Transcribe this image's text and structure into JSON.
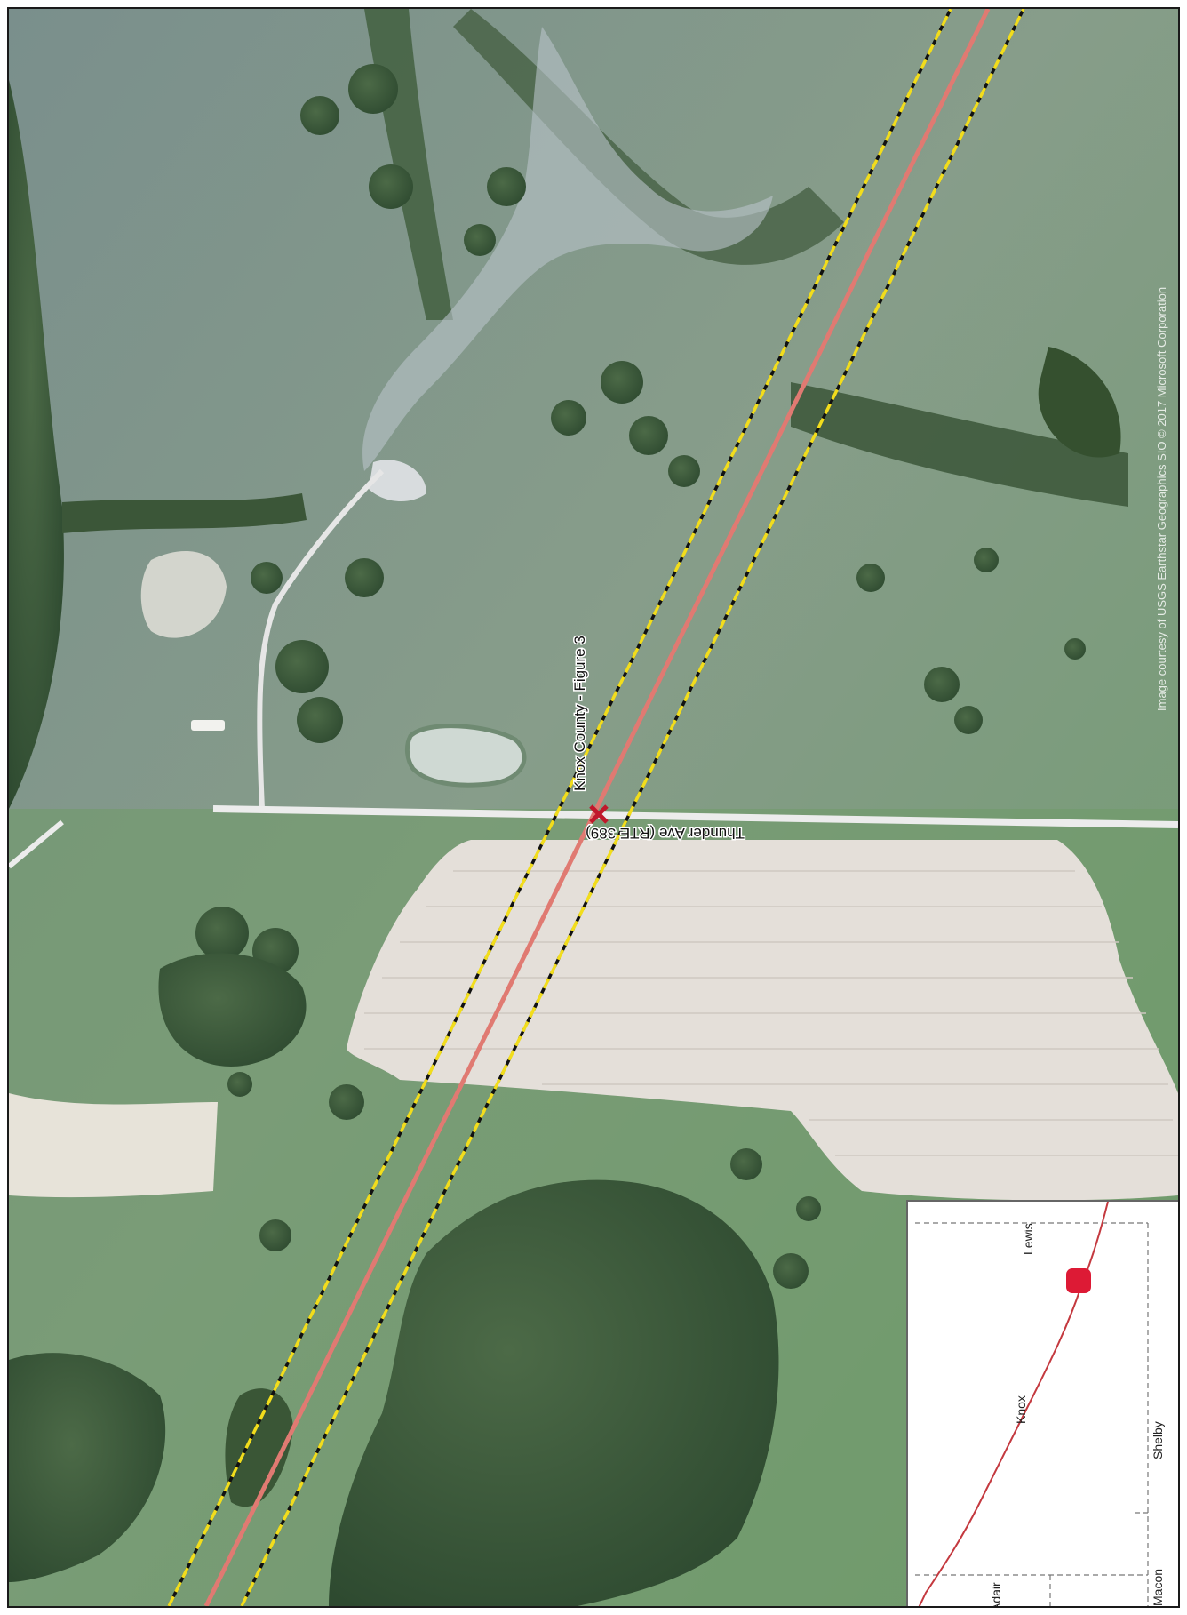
{
  "map": {
    "road_label": "Thunder Ave (RTE 389)",
    "point_label": "Knox County - Figure 3",
    "credit": "Image courtesy of USGS Earthstar Geographics SIO © 2017 Microsoft Corporation",
    "colors": {
      "pipeline": "#e07a72",
      "corridor_dash_yellow": "#f2dd1c",
      "corridor_dash_black": "#111111",
      "marker": "#c0182b",
      "field": "#e4dfd9",
      "tree": "#3d5a3a",
      "grass": "#7e9b82",
      "road": "#ececec"
    }
  },
  "inset": {
    "counties": [
      "Lewis",
      "Knox",
      "Shelby",
      "Macon",
      "Adair"
    ],
    "route_color": "#c4393f",
    "marker_color": "#dd1a35"
  }
}
